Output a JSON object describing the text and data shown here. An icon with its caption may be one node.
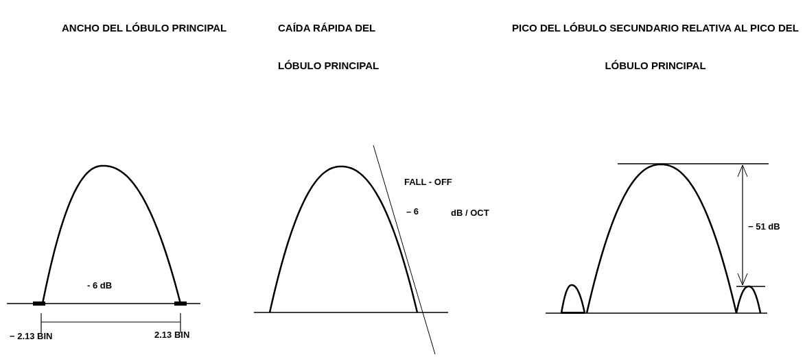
{
  "diagram": {
    "labels": [
      "ANCHO DEL LÓBULO PRINCIPAL",
      "CAÍDA RÁPIDA DEL LÓBULO PRINCIPAL",
      "PICO DEL LÓBULO SECUNDARIO RELATIVA AL PICO DEL LÓBULO PRINCIPAL",
      "FALL - OFF",
      "– 6",
      "dB / OCT",
      "− 51 dB",
      "- 6 dB",
      "− 2.13 BIN",
      "2.13 BIN"
    ]
  }
}
